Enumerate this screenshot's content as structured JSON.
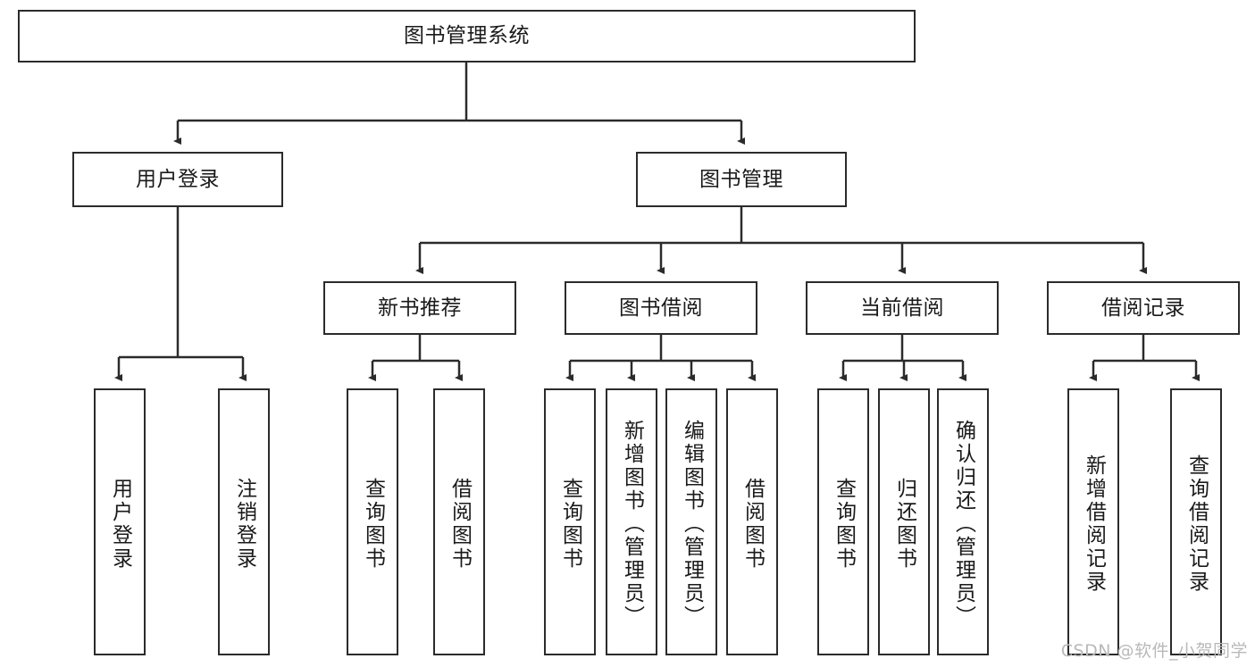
{
  "diagram": {
    "title": "图书管理系统",
    "watermark": "CSDN @软件_小贺同学",
    "root": {
      "label": "图书管理系统"
    },
    "level2": [
      {
        "label": "用户登录"
      },
      {
        "label": "图书管理"
      }
    ],
    "level3": [
      {
        "label": "新书推荐"
      },
      {
        "label": "图书借阅"
      },
      {
        "label": "当前借阅"
      },
      {
        "label": "借阅记录"
      }
    ],
    "leaves": {
      "user_login": [
        {
          "label": "用户登录"
        },
        {
          "label": "注销登录"
        }
      ],
      "new_book_recommend": [
        {
          "label": "查询图书"
        },
        {
          "label": "借阅图书"
        }
      ],
      "book_borrow": [
        {
          "label": "查询图书"
        },
        {
          "label": "新增图书（管理员）"
        },
        {
          "label": "编辑图书（管理员）"
        },
        {
          "label": "借阅图书"
        }
      ],
      "current_borrow": [
        {
          "label": "查询图书"
        },
        {
          "label": "归还图书"
        },
        {
          "label": "确认归还（管理员）"
        }
      ],
      "borrow_record": [
        {
          "label": "新增借阅记录"
        },
        {
          "label": "查询借阅记录"
        }
      ]
    }
  },
  "colors": {
    "stroke": "#2b2b2b",
    "fill": "#ffffff",
    "text": "#1a1a1a",
    "watermark": "#b9b9b9"
  }
}
